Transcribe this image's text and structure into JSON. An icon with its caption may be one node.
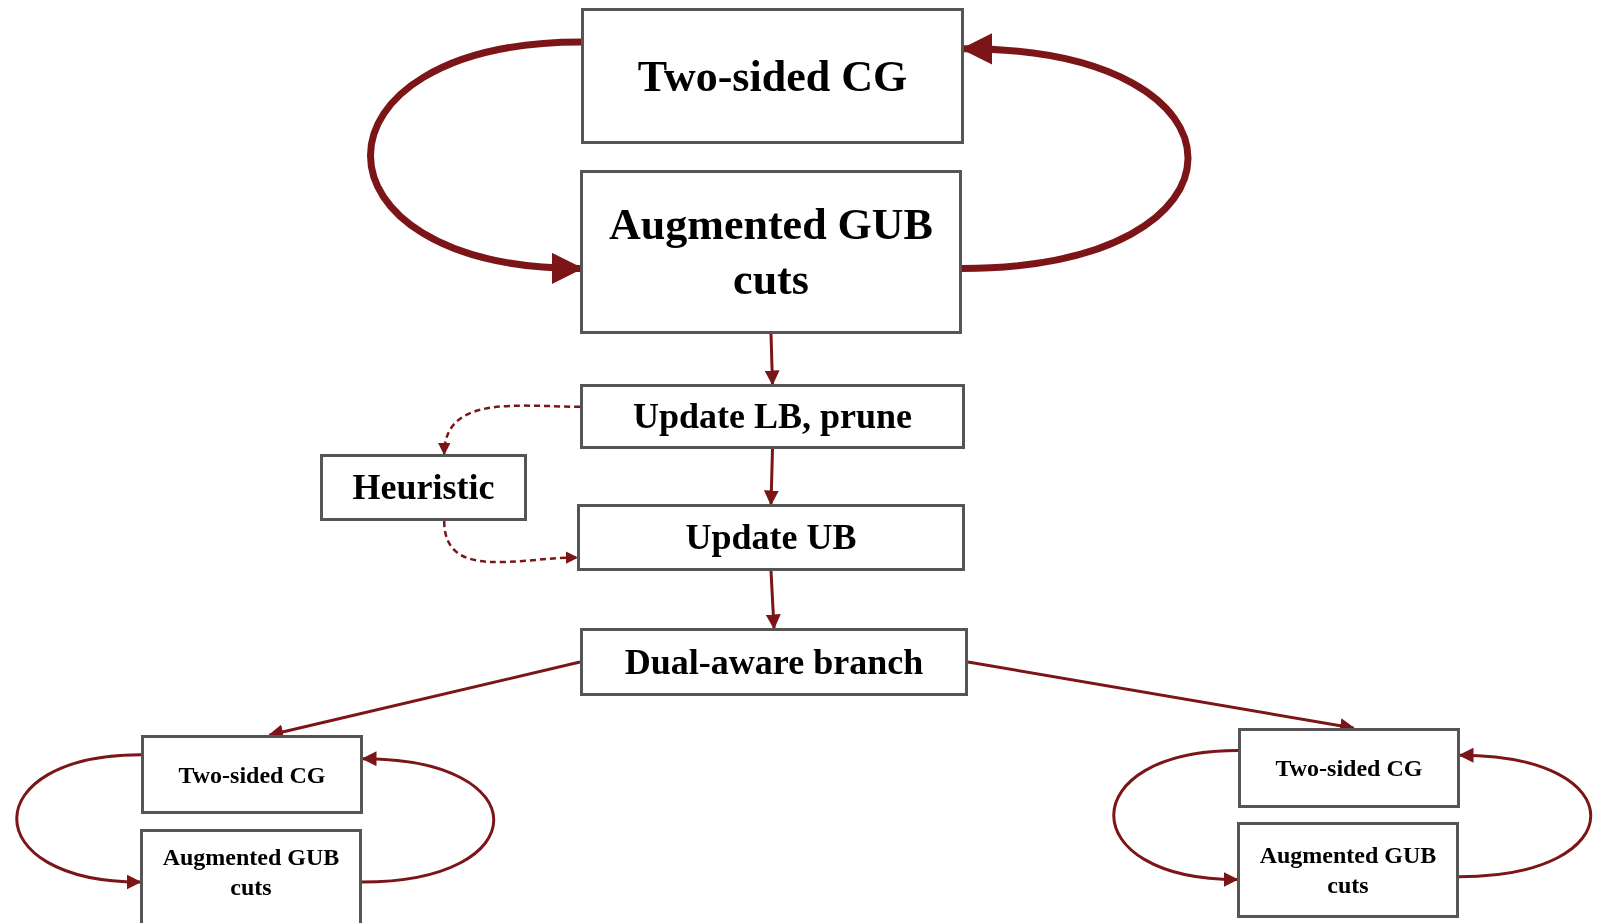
{
  "diagram": {
    "nodes": [
      {
        "text": [
          "Two-sided CG"
        ]
      },
      {
        "text": [
          "Augmented GUB cuts"
        ]
      },
      {
        "text": [
          "Update LB, prune"
        ]
      },
      {
        "text": [
          "Heuristic"
        ]
      },
      {
        "text": [
          "Update UB"
        ]
      },
      {
        "text": [
          "Dual-aware branch"
        ]
      },
      {
        "text": [
          "Two-sided CG"
        ]
      },
      {
        "text": [
          "Augmented GUB cuts"
        ]
      },
      {
        "text": [
          "Two-sided CG"
        ]
      },
      {
        "text": [
          "Augmented GUB cuts"
        ]
      }
    ],
    "edges": [
      {
        "from": 0,
        "to": 1,
        "arrow": "to",
        "style": "thick"
      },
      {
        "from": 1,
        "to": 0,
        "arrow": "to",
        "style": "thick"
      },
      {
        "from": 1,
        "to": 2,
        "arrow": "to"
      },
      {
        "from": 2,
        "to": 3,
        "arrow": "to",
        "style": "dashed"
      },
      {
        "from": 2,
        "to": 4,
        "arrow": "to"
      },
      {
        "from": 3,
        "to": 4,
        "arrow": "to",
        "style": "dashed"
      },
      {
        "from": 4,
        "to": 5,
        "arrow": "to"
      },
      {
        "from": 5,
        "to": 6,
        "arrow": "to"
      },
      {
        "from": 5,
        "to": 8,
        "arrow": "to"
      },
      {
        "from": 6,
        "to": 7,
        "arrow": "to"
      },
      {
        "from": 7,
        "to": 6,
        "arrow": "to"
      },
      {
        "from": 8,
        "to": 9,
        "arrow": "to"
      },
      {
        "from": 9,
        "to": 8,
        "arrow": "to"
      }
    ]
  }
}
